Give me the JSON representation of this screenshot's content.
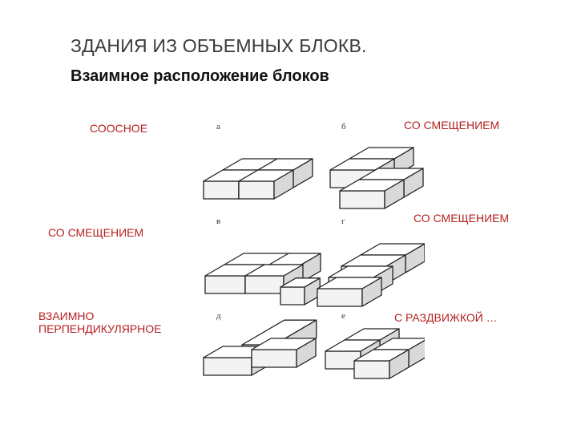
{
  "slide": {
    "title": "ЗДАНИЯ ИЗ ОБЪЕМНЫХ БЛОКВ.",
    "subtitle": "Взаимное расположение блоков"
  },
  "labels": {
    "coaxial": "СООСНОЕ",
    "offset_right_top": "СО СМЕЩЕНИЕМ",
    "offset_left_mid": "СО СМЕЩЕНИЕМ",
    "offset_right_mid": "СО СМЕЩЕНИЕМ",
    "perpendicular": "ВЗАИМНО ПЕРПЕНДИКУЛЯРНОЕ",
    "spread": "С РАЗДВИЖКОЙ …"
  },
  "figure_captions": [
    "а",
    "б",
    "в",
    "г",
    "д",
    "е"
  ],
  "colors": {
    "label": "#b52020",
    "title": "#3a3a3a",
    "subtitle": "#111111",
    "drawing": "#222222"
  }
}
